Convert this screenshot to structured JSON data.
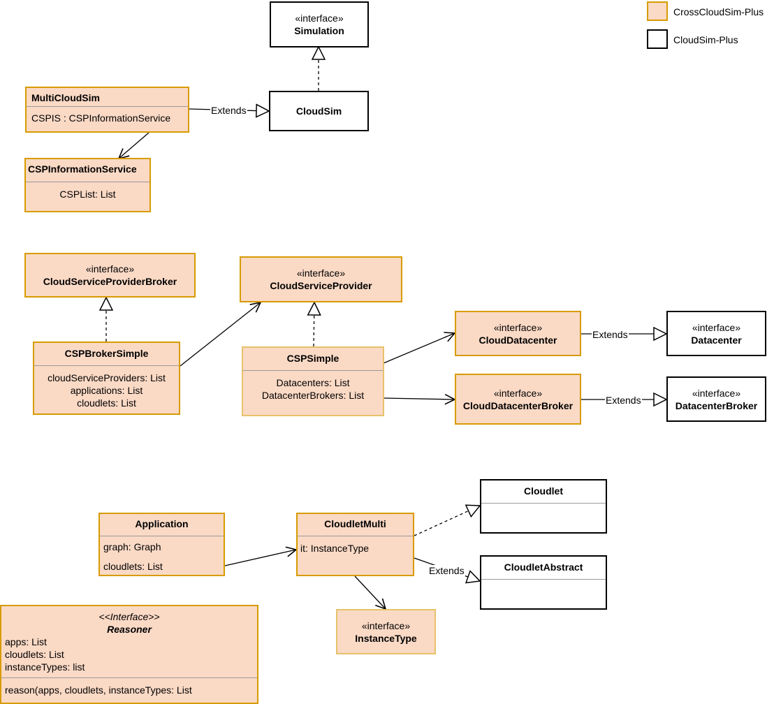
{
  "legend": {
    "crosscloud": {
      "label": "CrossCloudSim-Plus",
      "color": "#fad9c5",
      "border": "#d79b00"
    },
    "cloudsim": {
      "label": "CloudSim-Plus",
      "color": "#ffffff",
      "border": "#000000"
    }
  },
  "classes": {
    "simulation": {
      "stereotype": "«interface»",
      "name": "Simulation"
    },
    "cloudsim": {
      "name": "CloudSim"
    },
    "multicloudsim": {
      "name": "MultiCloudSim",
      "attributes": [
        "CSPIS : CSPInformationService"
      ]
    },
    "cspinformationservice": {
      "name": "CSPInformationService",
      "attributes": [
        "CSPList: List"
      ]
    },
    "cloudserviceproviderbroker": {
      "stereotype": "«interface»",
      "name": "CloudServiceProviderBroker"
    },
    "cloudserviceprovider": {
      "stereotype": "«interface»",
      "name": "CloudServiceProvider"
    },
    "cspbrokersimple": {
      "name": "CSPBrokerSimple",
      "attributes": [
        "cloudServiceProviders: List",
        "applications: List",
        "cloudlets: List"
      ]
    },
    "cspsimple": {
      "name": "CSPSimple",
      "attributes": [
        "Datacenters: List",
        "DatacenterBrokers: List"
      ]
    },
    "clouddatacenter": {
      "stereotype": "«interface»",
      "name": "CloudDatacenter"
    },
    "datacenter": {
      "stereotype": "«interface»",
      "name": "Datacenter"
    },
    "clouddatacenterbroker": {
      "stereotype": "«interface»",
      "name": "CloudDatacenterBroker"
    },
    "datacenterbroker": {
      "stereotype": "«interface»",
      "name": "DatacenterBroker"
    },
    "cloudlet": {
      "name": "Cloudlet"
    },
    "cloudletabstract": {
      "name": "CloudletAbstract"
    },
    "application": {
      "name": "Application",
      "attributes": [
        "graph: Graph",
        "cloudlets: List"
      ]
    },
    "cloudletmulti": {
      "name": "CloudletMulti",
      "attributes": [
        "it: InstanceType"
      ]
    },
    "instancetype": {
      "stereotype": "«interface»",
      "name": "InstanceType"
    },
    "reasoner": {
      "stereotype": "<<Interface>>",
      "name": "Reasoner",
      "attributes": [
        "apps: List",
        "cloudlets: List",
        "instanceTypes: list"
      ],
      "operations": [
        "reason(apps, cloudlets, instanceTypes: List"
      ]
    }
  },
  "edge_labels": {
    "multicloudsim_cloudsim": "Extends",
    "clouddatacenter_datacenter": "Extends",
    "clouddatacenterbroker_datacenterbroker": "Extends",
    "cloudletmulti_cloudletabstract": "Extends"
  }
}
